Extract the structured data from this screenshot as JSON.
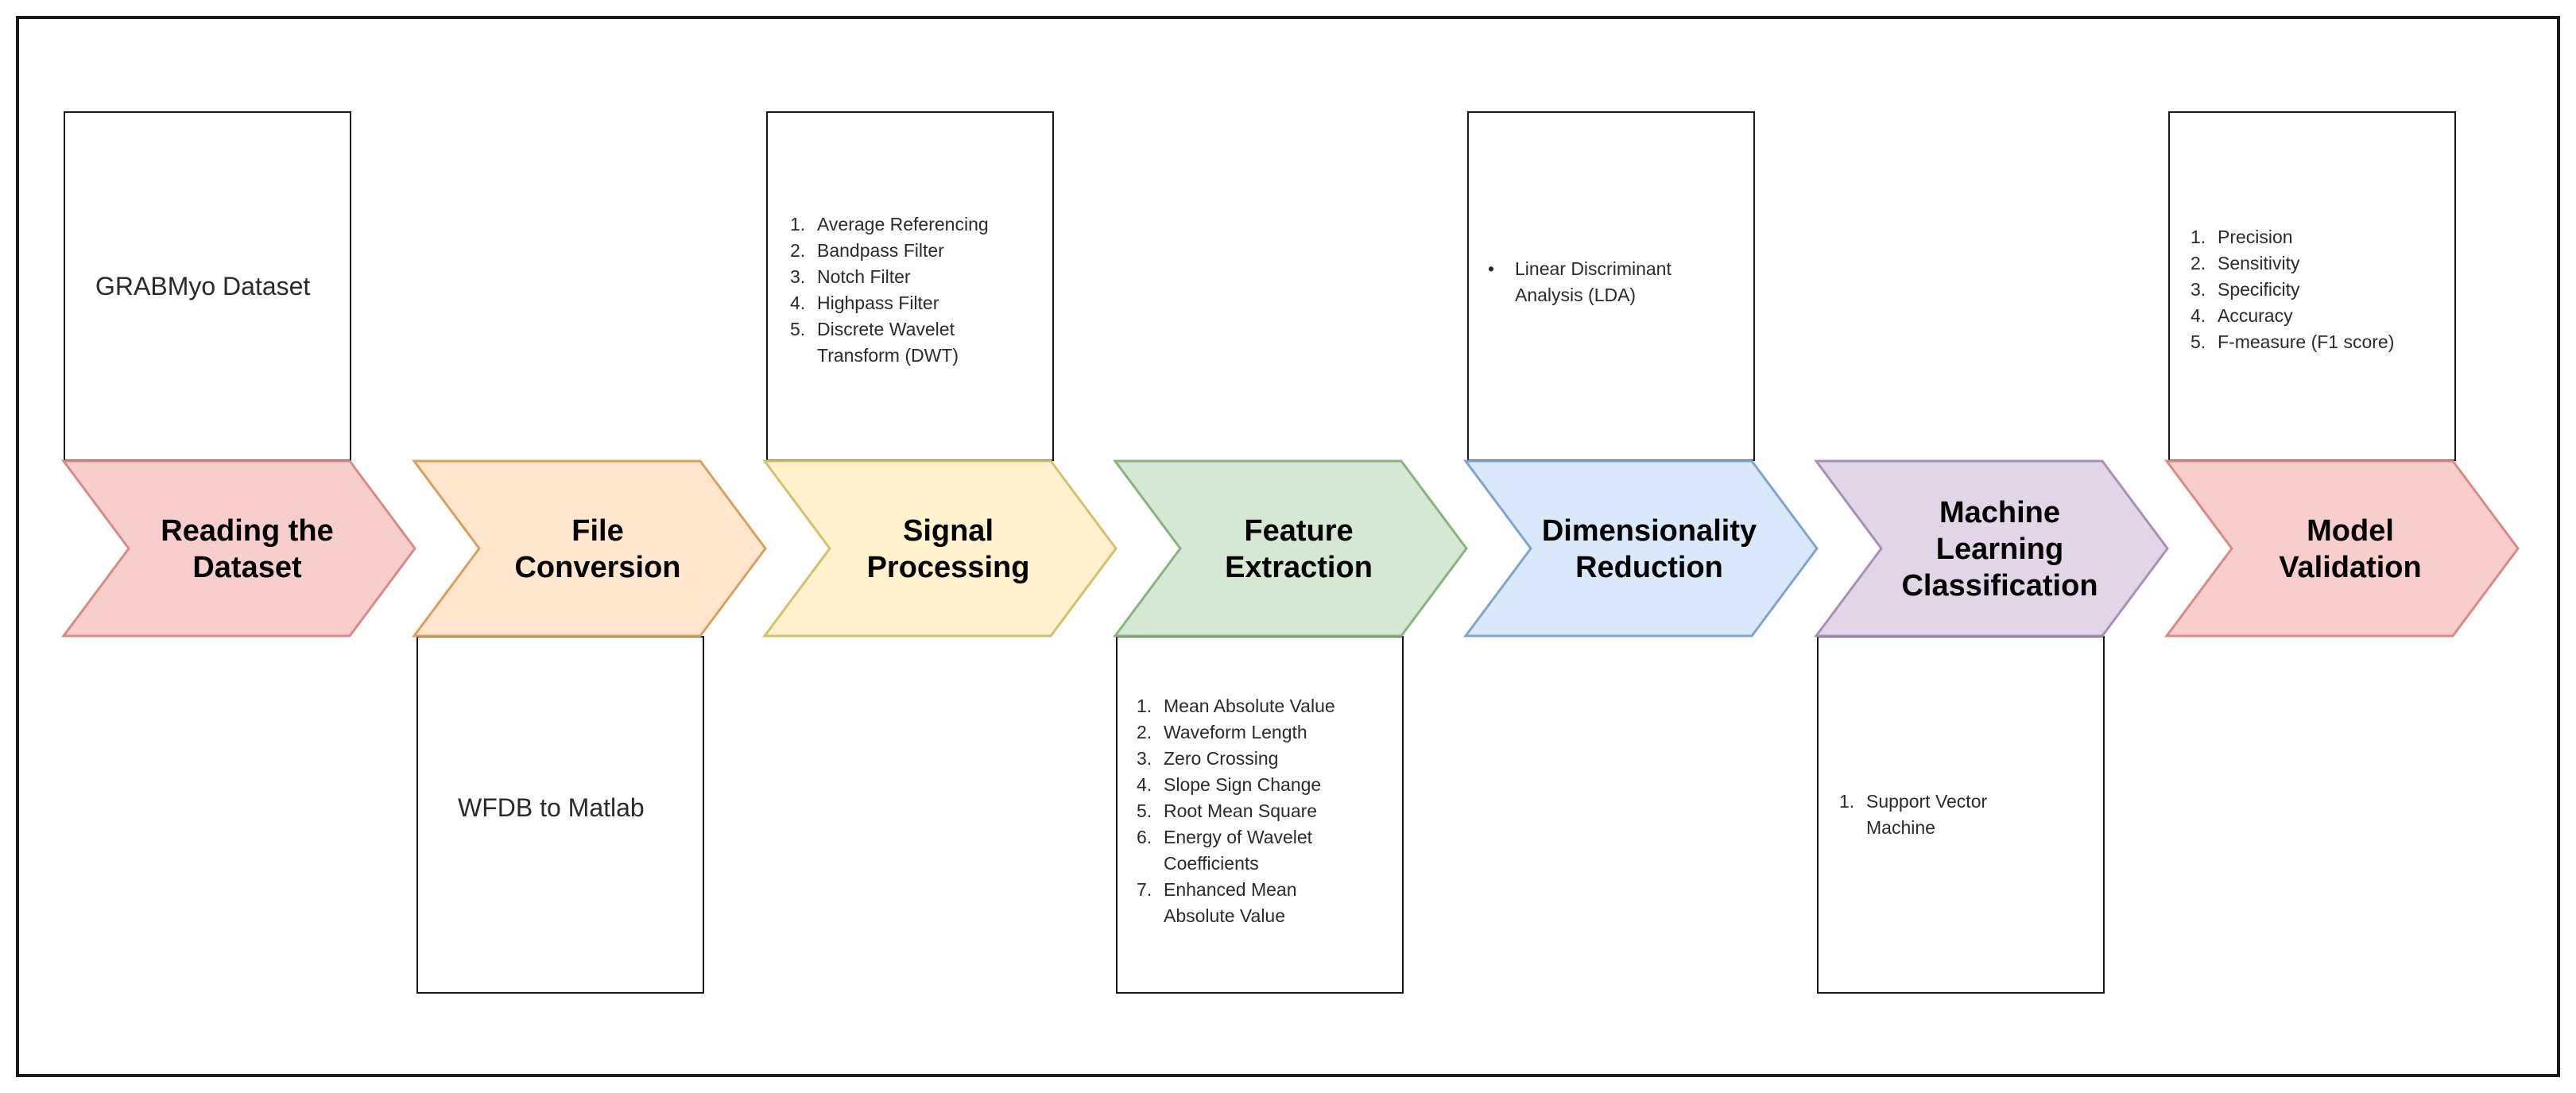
{
  "stages": [
    {
      "id": "reading",
      "label_lines": [
        "Reading the",
        "Dataset"
      ],
      "fill": "#f8cecc",
      "stroke": "#d98a87"
    },
    {
      "id": "conversion",
      "label_lines": [
        "File",
        "Conversion"
      ],
      "fill": "#ffe6cc",
      "stroke": "#d7a15c"
    },
    {
      "id": "signal",
      "label_lines": [
        "Signal",
        "Processing"
      ],
      "fill": "#fff2cc",
      "stroke": "#d6bf6a"
    },
    {
      "id": "feature",
      "label_lines": [
        "Feature",
        "Extraction"
      ],
      "fill": "#d5e8d4",
      "stroke": "#87b37d"
    },
    {
      "id": "dimred",
      "label_lines": [
        "Dimensionality",
        "Reduction"
      ],
      "fill": "#dae8fc",
      "stroke": "#7fa3d1"
    },
    {
      "id": "mlclass",
      "label_lines": [
        "Machine",
        "Learning",
        "Classification"
      ],
      "fill": "#e1d5e7",
      "stroke": "#a98fb8"
    },
    {
      "id": "validation",
      "label_lines": [
        "Model",
        "Validation"
      ],
      "fill": "#f8cecc",
      "stroke": "#d98a87"
    }
  ],
  "boxes": {
    "reading": {
      "text": "GRABMyo Dataset"
    },
    "conversion": {
      "text": "WFDB to Matlab"
    },
    "signal": {
      "items": [
        "Average Referencing",
        "Bandpass Filter",
        "Notch Filter",
        "Highpass Filter",
        "Discrete Wavelet Transform (DWT)"
      ]
    },
    "feature": {
      "items": [
        "Mean Absolute Value",
        "Waveform Length",
        "Zero Crossing",
        "Slope Sign Change",
        "Root Mean Square",
        "Energy of Wavelet Coefficients",
        "Enhanced Mean Absolute Value"
      ]
    },
    "dimred": {
      "items": [
        "Linear Discriminant Analysis (LDA)"
      ]
    },
    "mlclass": {
      "items": [
        "Support Vector Machine"
      ]
    },
    "validation": {
      "items": [
        "Precision",
        "Sensitivity",
        "Specificity",
        "Accuracy",
        "F-measure (F1 score)"
      ]
    }
  }
}
